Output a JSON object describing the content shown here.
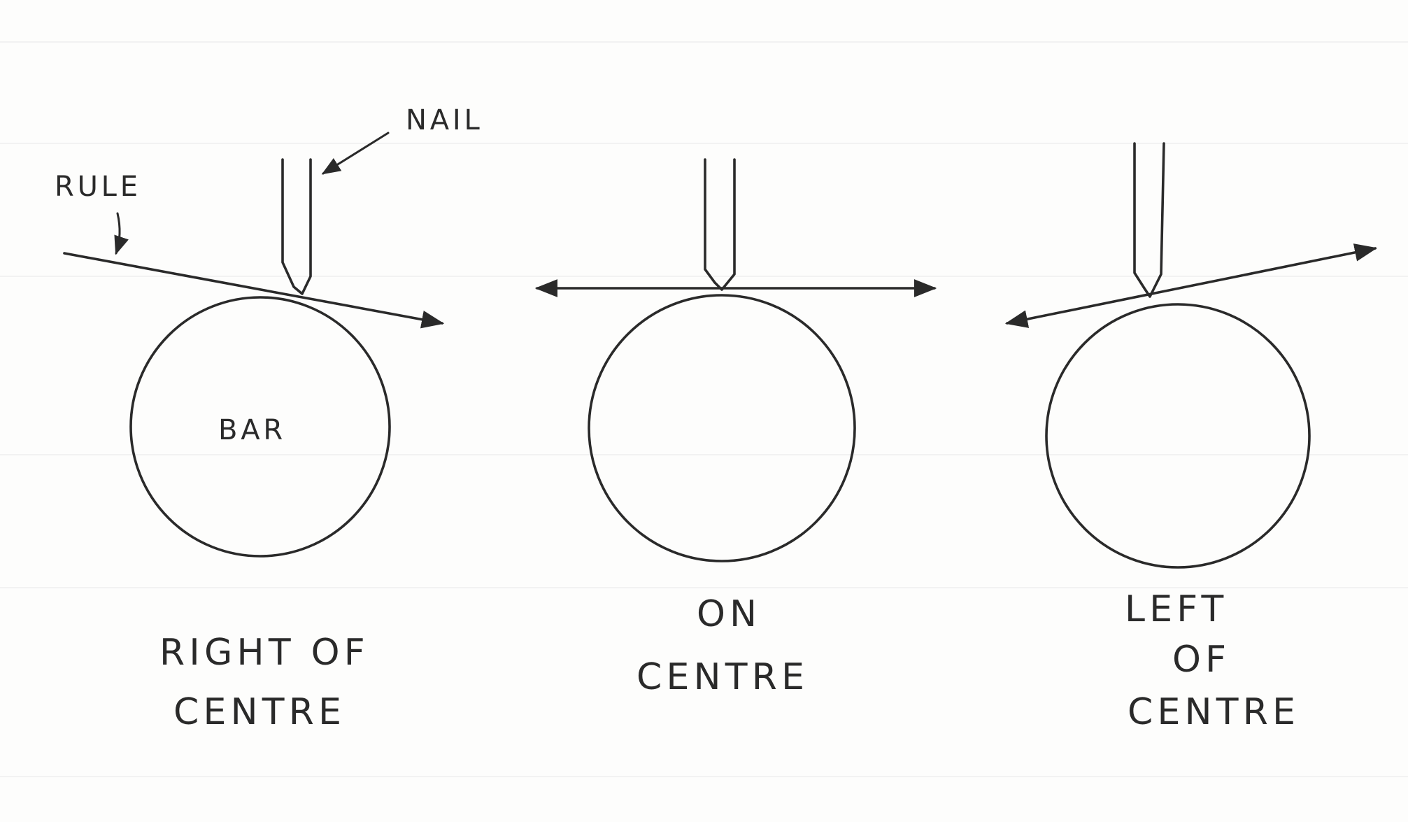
{
  "callouts": {
    "nail": "NAIL",
    "rule": "RULE",
    "bar": "BAR"
  },
  "captions": {
    "left": {
      "line1": "RIGHT OF",
      "line2": "CENTRE"
    },
    "middle": {
      "line1": "ON",
      "line2": "CENTRE"
    },
    "right": {
      "line1": "LEFT",
      "line2": "OF",
      "line3": "CENTRE"
    }
  },
  "colors": {
    "ink": "#2a2a2a",
    "paper": "#fdfdfc"
  }
}
